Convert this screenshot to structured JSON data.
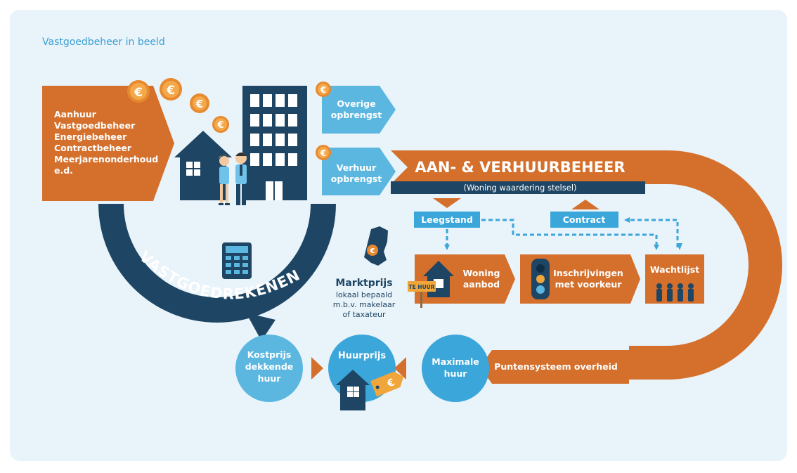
{
  "header": {
    "title": "Vastgoedbeheer in beeld"
  },
  "left_box": {
    "lines": [
      "Aanhuur",
      "Vastgoedbeheer",
      "Energiebeheer",
      "Contractbeheer",
      "Meerjarenonderhoud",
      "e.d."
    ]
  },
  "revenue": {
    "other": [
      "Overige",
      "opbrengst"
    ],
    "rent": [
      "Verhuur",
      "opbrengst"
    ]
  },
  "management": {
    "title": "AAN- & VERHUURBEHEER",
    "subtitle": "(Woning waardering stelsel)",
    "vacancy": "Leegstand",
    "contract": "Contract",
    "supply": [
      "Woning",
      "aanbod"
    ],
    "registrations": [
      "Inschrijvingen",
      "met voorkeur"
    ],
    "waiting_list": "Wachtlijst",
    "for_rent_sign": "TE HUUR"
  },
  "market": {
    "title": "Marktprijs",
    "lines": [
      "lokaal bepaald",
      "m.b.v. makelaar",
      "of taxateur"
    ]
  },
  "arc_label": "VASTGOEDREKENEN",
  "circles": {
    "cost": [
      "Kostprijs",
      "dekkende",
      "huur"
    ],
    "rent_price": "Huurprijs",
    "max": [
      "Maximale",
      "huur"
    ]
  },
  "points_system": "Puntensysteem overheid",
  "icons": {
    "euro": "euro-coin-icon",
    "house": "house-icon",
    "office": "office-building-icon",
    "people": "people-icon",
    "calculator": "calculator-icon",
    "map": "netherlands-map-icon",
    "traffic_light": "traffic-light-icon",
    "queue": "queue-people-icon",
    "price_tag": "price-tag-icon"
  },
  "colors": {
    "background": "#e9f3fa",
    "orange": "#d4702c",
    "navy": "#1e4664",
    "light_blue": "#5bb7e0",
    "mid_blue": "#3aa6da",
    "coin": "#e8892f"
  }
}
